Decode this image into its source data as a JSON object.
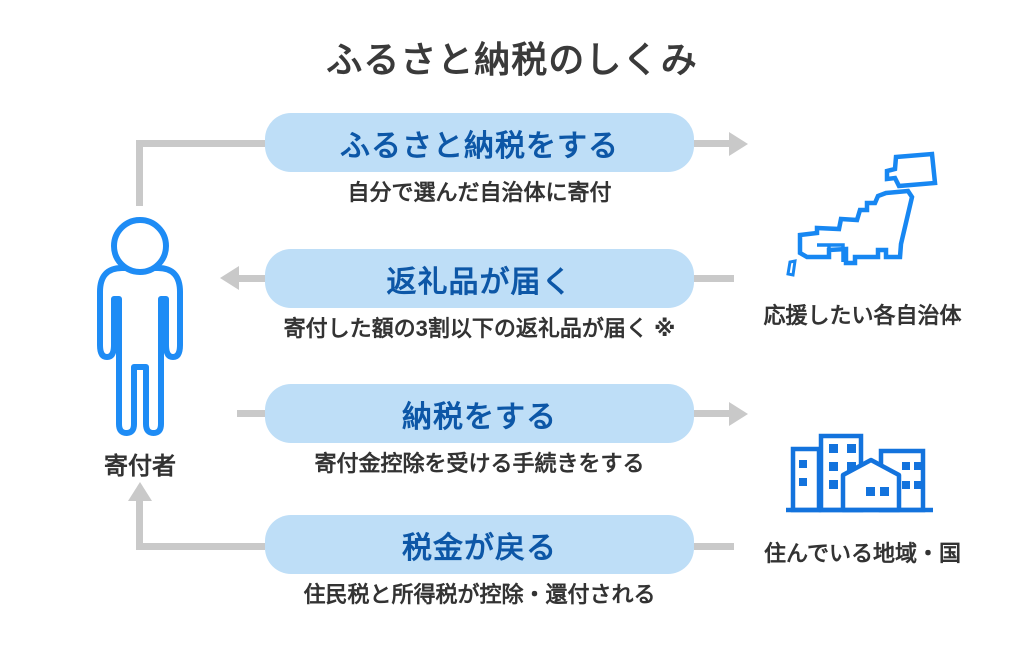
{
  "title": "ふるさと納税のしくみ",
  "donor": {
    "label": "寄付者"
  },
  "steps": [
    {
      "label": "ふるさと納税をする",
      "note": "自分で選んだ自治体に寄付"
    },
    {
      "label": "返礼品が届く",
      "note": "寄付した額の3割以下の返礼品が届く ※"
    },
    {
      "label": "納税をする",
      "note": "寄付金控除を受ける手続きをする"
    },
    {
      "label": "税金が戻る",
      "note": "住民税と所得税が控除・還付される"
    }
  ],
  "right_side": {
    "municipalities_label": "応援したい各自治体",
    "residence_label": "住んでいる地域・国"
  },
  "icons": {
    "person": "person-icon",
    "japan_map": "japan-map-icon",
    "buildings": "buildings-icon"
  },
  "colors": {
    "box_fill": "#bedef7",
    "box_text": "#0d57a7",
    "connector_gray": "#c9c9c9",
    "person_blue": "#1e8cf5",
    "map_blue": "#1787f2",
    "buildings_blue": "#1373dd",
    "text_dark": "#333333"
  }
}
